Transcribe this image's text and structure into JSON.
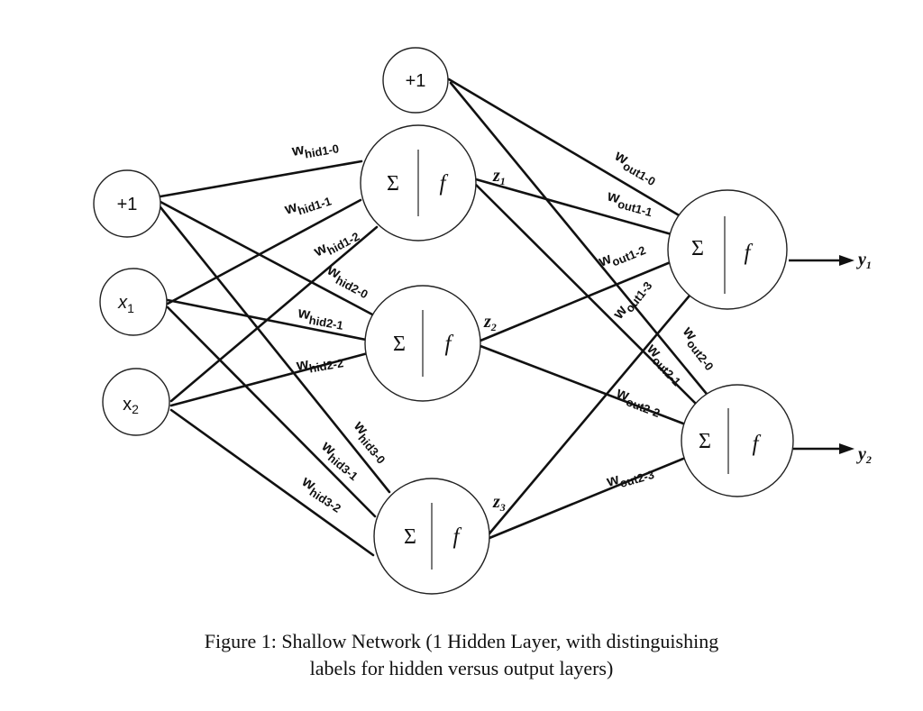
{
  "nodes": {
    "input_bias": "+1",
    "x1": {
      "base": "x",
      "sub": "1"
    },
    "x2": {
      "base": "x",
      "sub": "2"
    },
    "hidden_bias": "+1",
    "sum_symbol": "Σ",
    "activation_symbol": "f"
  },
  "hidden_weights": {
    "w_hid1_0": {
      "base": "w",
      "sub": "hid1-0"
    },
    "w_hid1_1": {
      "base": "w",
      "sub": "hid1-1"
    },
    "w_hid1_2": {
      "base": "w",
      "sub": "hid1-2"
    },
    "w_hid2_0": {
      "base": "w",
      "sub": "hid2-0"
    },
    "w_hid2_1": {
      "base": "w",
      "sub": "hid2-1"
    },
    "w_hid2_2": {
      "base": "w",
      "sub": "hid2-2"
    },
    "w_hid3_0": {
      "base": "w",
      "sub": "hid3-0"
    },
    "w_hid3_1": {
      "base": "w",
      "sub": "hid3-1"
    },
    "w_hid3_2": {
      "base": "w",
      "sub": "hid3-2"
    }
  },
  "output_weights": {
    "w_out1_0": {
      "base": "w",
      "sub": "out1-0"
    },
    "w_out1_1": {
      "base": "w",
      "sub": "out1-1"
    },
    "w_out1_2": {
      "base": "w",
      "sub": "out1-2"
    },
    "w_out1_3": {
      "base": "w",
      "sub": "out1-3"
    },
    "w_out2_0": {
      "base": "w",
      "sub": "out2-0"
    },
    "w_out2_1": {
      "base": "w",
      "sub": "out2-1"
    },
    "w_out2_2": {
      "base": "w",
      "sub": "out2-2"
    },
    "w_out2_3": {
      "base": "w",
      "sub": "out2-3"
    }
  },
  "hidden_outputs": {
    "z1": {
      "base": "z",
      "sub": "1"
    },
    "z2": {
      "base": "z",
      "sub": "2"
    },
    "z3": {
      "base": "z",
      "sub": "3"
    }
  },
  "outputs": {
    "y1": {
      "base": "y",
      "sub": "1"
    },
    "y2": {
      "base": "y",
      "sub": "2"
    }
  },
  "caption": {
    "line1": "Figure 1: Shallow Network (1 Hidden Layer, with distinguishing",
    "line2": "labels for hidden versus output layers)"
  }
}
